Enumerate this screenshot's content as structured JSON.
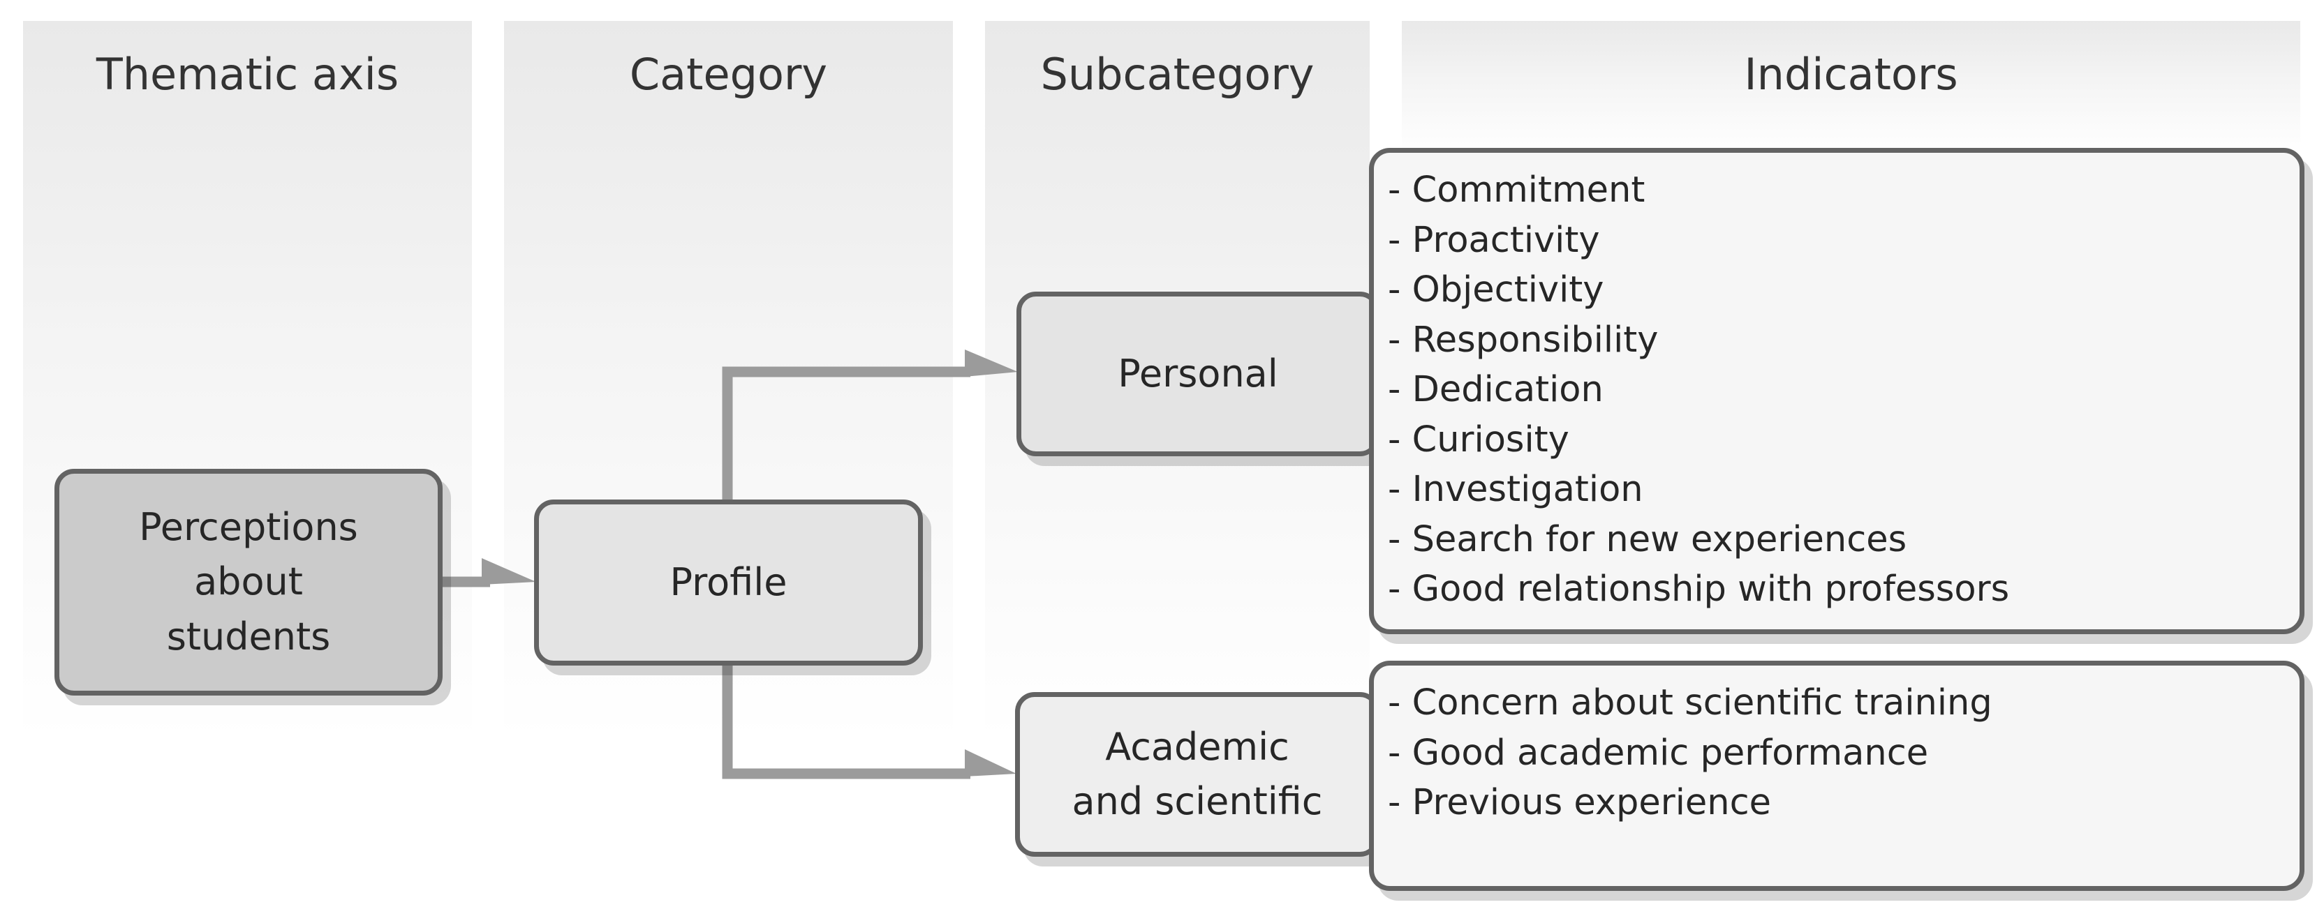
{
  "columns": {
    "thematic_axis": "Thematic axis",
    "category": "Category",
    "subcategory": "Subcategory",
    "indicators": "Indicators"
  },
  "nodes": {
    "theme": [
      "Perceptions",
      "about",
      "students"
    ],
    "category": "Profile",
    "personal": "Personal",
    "academic": [
      "Academic",
      "and scientific"
    ]
  },
  "indicators": {
    "personal": [
      "Commitment",
      "Proactivity",
      "Objectivity",
      "Responsibility",
      "Dedication",
      "Curiosity",
      "Investigation",
      "Search for new experiences",
      "Good relationship with professors"
    ],
    "academic": [
      "Concern about scientific training",
      "Good academic performance",
      "Previous experience"
    ]
  },
  "colors": {
    "border": "#636363",
    "arrow": "#9b9b9b",
    "theme_fill": "#cbcbcb",
    "category_fill": "#e4e4e4"
  }
}
